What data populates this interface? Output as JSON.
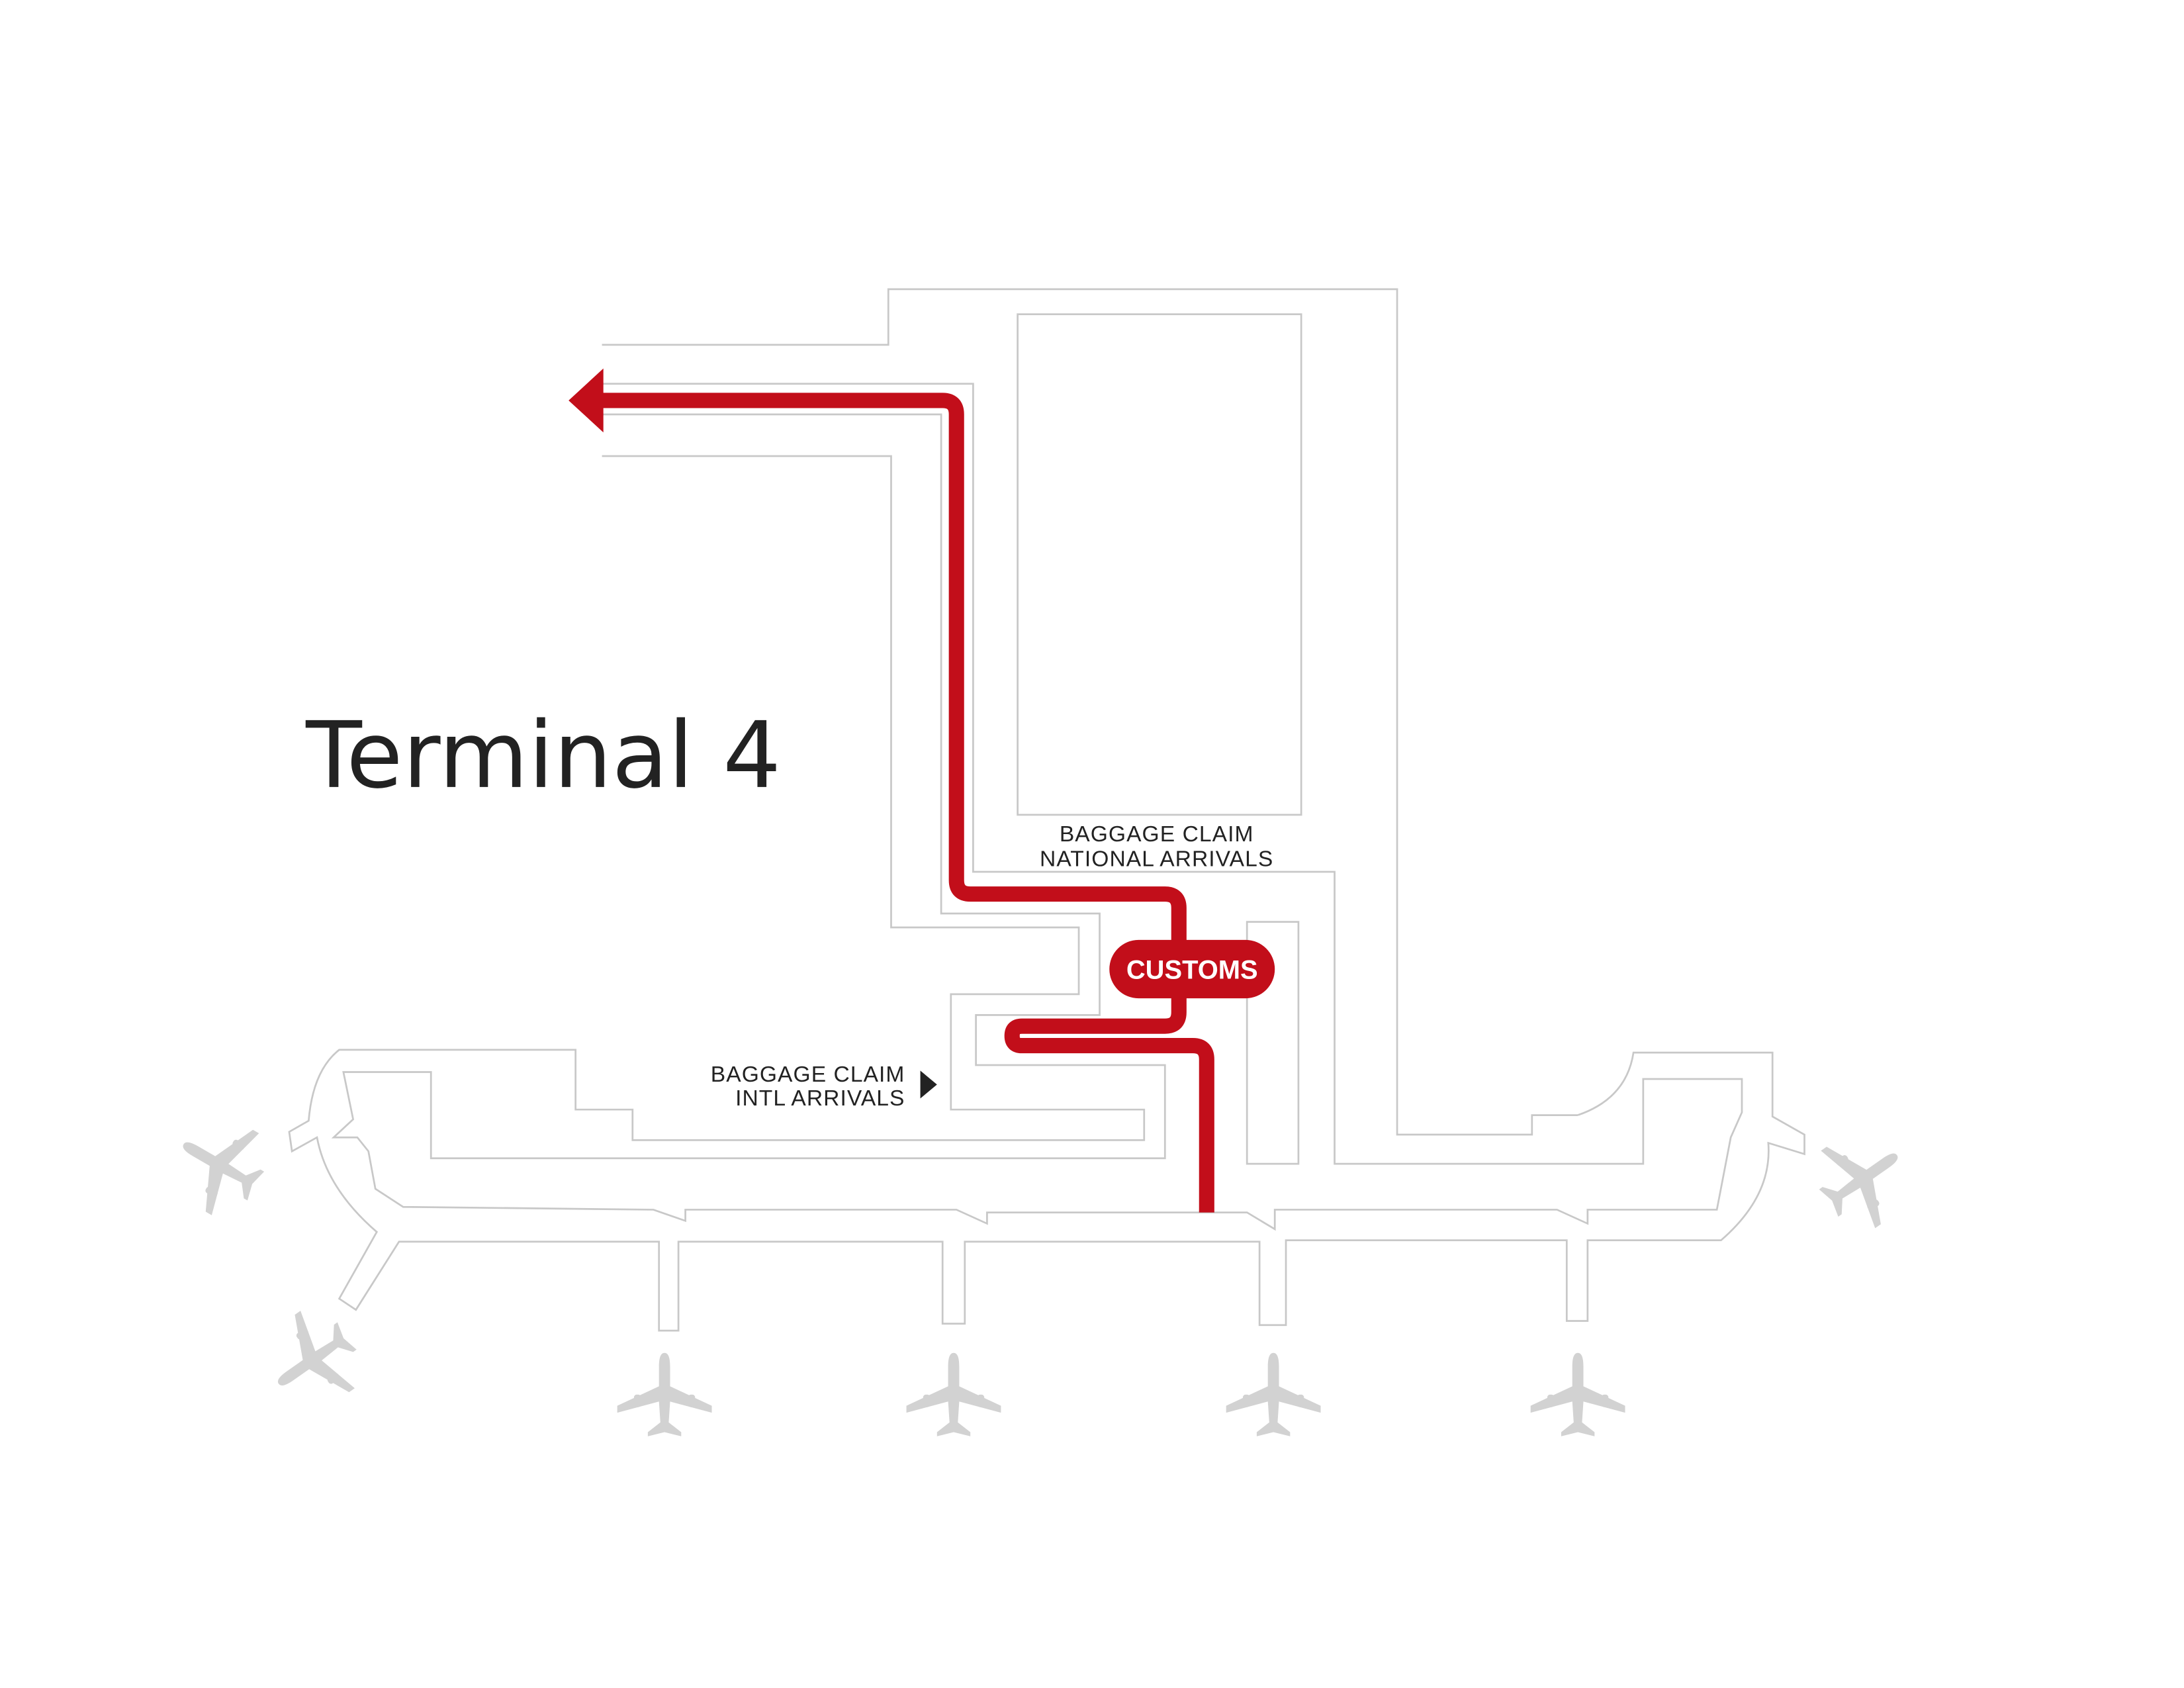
{
  "title": "Terminal 4",
  "labels": {
    "baggage_national_line1": "BAGGAGE CLAIM",
    "baggage_national_line2": "NATIONAL ARRIVALS",
    "baggage_intl_line1": "BAGGAGE CLAIM",
    "baggage_intl_line2": "INTL ARRIVALS",
    "customs": "CUSTOMS"
  },
  "colors": {
    "route": "#c20e1a",
    "walls": "#c8c8c8",
    "planes": "#d2d2d2",
    "text": "#222222"
  },
  "icons": [
    "airplane-icon",
    "route-arrow-icon",
    "pointer-triangle-icon"
  ]
}
